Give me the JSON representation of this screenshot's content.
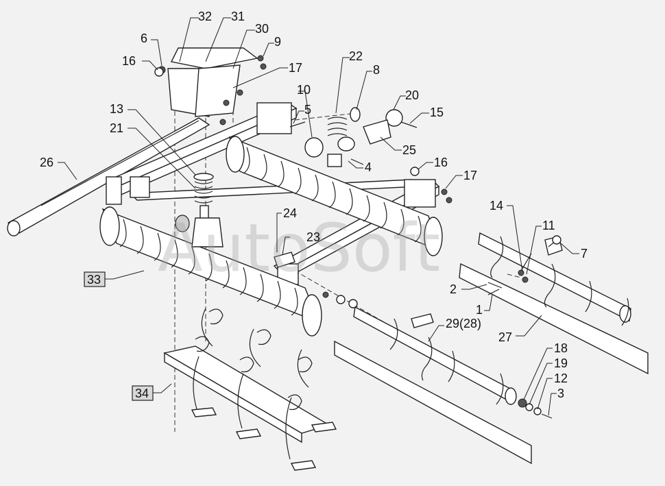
{
  "watermark": "AutoSoft",
  "callouts": {
    "c32": "32",
    "c31": "31",
    "c30": "30",
    "c6": "6",
    "c9": "9",
    "c16a": "16",
    "c17a": "17",
    "c22": "22",
    "c8": "8",
    "c10": "10",
    "c20": "20",
    "c5": "5",
    "c15": "15",
    "c13": "13",
    "c21": "21",
    "c25": "25",
    "c4": "4",
    "c26": "26",
    "c16b": "16",
    "c17b": "17",
    "c14": "14",
    "c11": "11",
    "c7": "7",
    "c24": "24",
    "c23": "23",
    "c33": "33",
    "c2": "2",
    "c1": "1",
    "c29": "29(28)",
    "c27": "27",
    "c18": "18",
    "c19": "19",
    "c12": "12",
    "c3": "3",
    "c34": "34"
  }
}
